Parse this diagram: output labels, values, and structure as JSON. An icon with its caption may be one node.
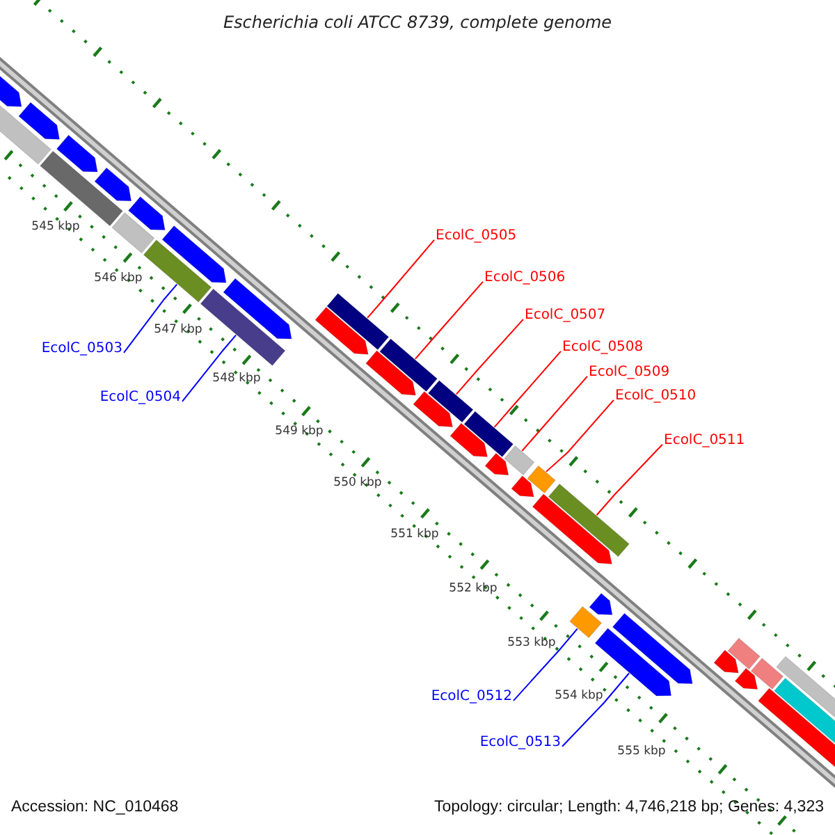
{
  "diagram": {
    "title": "Escherichia coli ATCC 8739, complete genome",
    "nodes": [
      {
        "text": [
          "EcolC_0503"
        ]
      },
      {
        "text": [
          "EcolC_0504"
        ]
      },
      {
        "text": [
          "EcolC_0505"
        ]
      },
      {
        "text": [
          "EcolC_0506"
        ]
      },
      {
        "text": [
          "EcolC_0507"
        ]
      },
      {
        "text": [
          "EcolC_0508"
        ]
      },
      {
        "text": [
          "EcolC_0509"
        ]
      },
      {
        "text": [
          "EcolC_0510"
        ]
      },
      {
        "text": [
          "EcolC_0511"
        ]
      },
      {
        "text": [
          "EcolC_0512"
        ]
      },
      {
        "text": [
          "EcolC_0513"
        ]
      },
      {
        "text": [],
        "shape": "bar"
      },
      {
        "text": [],
        "shape": "bar"
      },
      {
        "text": [],
        "shape": "bar"
      },
      {
        "text": [],
        "shape": "bar"
      },
      {
        "text": [],
        "shape": "bar"
      },
      {
        "text": [],
        "shape": "bar"
      },
      {
        "text": [],
        "shape": "bar"
      },
      {
        "text": [],
        "shape": "bar"
      },
      {
        "text": [],
        "shape": "bar"
      },
      {
        "text": [],
        "shape": "bar"
      },
      {
        "text": [],
        "shape": "bar"
      }
    ],
    "edges": [
      {
        "from": 0,
        "to": 11,
        "arrow": "none",
        "color": "#0000ff"
      },
      {
        "from": 1,
        "to": 12,
        "arrow": "none",
        "color": "#0000ff"
      },
      {
        "from": 2,
        "to": 13,
        "arrow": "none"
      },
      {
        "from": 3,
        "to": 14,
        "arrow": "none"
      },
      {
        "from": 4,
        "to": 15,
        "arrow": "none"
      },
      {
        "from": 5,
        "to": 16,
        "arrow": "none"
      },
      {
        "from": 6,
        "to": 17,
        "arrow": "none"
      },
      {
        "from": 7,
        "to": 18,
        "arrow": "none"
      },
      {
        "from": 8,
        "to": 19,
        "arrow": "none"
      },
      {
        "from": 9,
        "to": 20,
        "arrow": "none",
        "color": "#0000ff"
      },
      {
        "from": 10,
        "to": 21,
        "arrow": "none",
        "color": "#0000ff"
      }
    ],
    "labels": [
      "545 kbp",
      "546 kbp",
      "547 kbp",
      "548 kbp",
      "549 kbp",
      "550 kbp",
      "551 kbp",
      "552 kbp",
      "553 kbp",
      "554 kbp",
      "555 kbp",
      "Accession: NC_010468",
      "Topology: circular; Length: 4,746,218 bp; Genes: 4,323"
    ]
  }
}
